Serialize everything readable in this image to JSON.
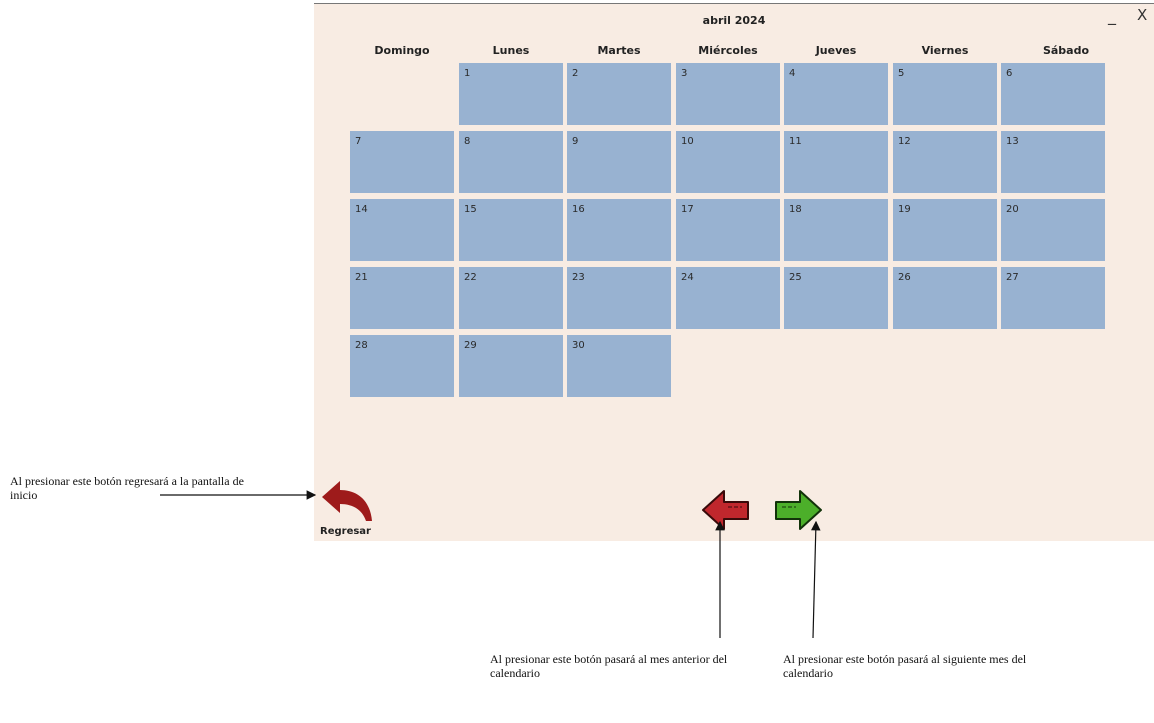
{
  "window": {
    "title": "abril 2024",
    "minimize_label": "_",
    "close_label": "X"
  },
  "weekdays": [
    "Domingo",
    "Lunes",
    "Martes",
    "Miércoles",
    "Jueves",
    "Viernes",
    "Sábado"
  ],
  "calendar": {
    "first_weekday_index": 1,
    "days": [
      "1",
      "2",
      "3",
      "4",
      "5",
      "6",
      "7",
      "8",
      "9",
      "10",
      "11",
      "12",
      "13",
      "14",
      "15",
      "16",
      "17",
      "18",
      "19",
      "20",
      "21",
      "22",
      "23",
      "24",
      "25",
      "26",
      "27",
      "28",
      "29",
      "30"
    ]
  },
  "buttons": {
    "back_label": "Regresar"
  },
  "annotations": {
    "back": "Al presionar este botón regresará a la pantalla de inicio",
    "prev": "Al presionar este botón pasará al mes anterior del calendario",
    "next": "Al presionar este botón pasará al siguiente mes del calendario"
  },
  "colors": {
    "background": "#f8ece3",
    "cell": "#98b2d1",
    "prev_arrow": "#c0272d",
    "next_arrow": "#4caf2a",
    "back_arrow": "#9e1b1b"
  }
}
